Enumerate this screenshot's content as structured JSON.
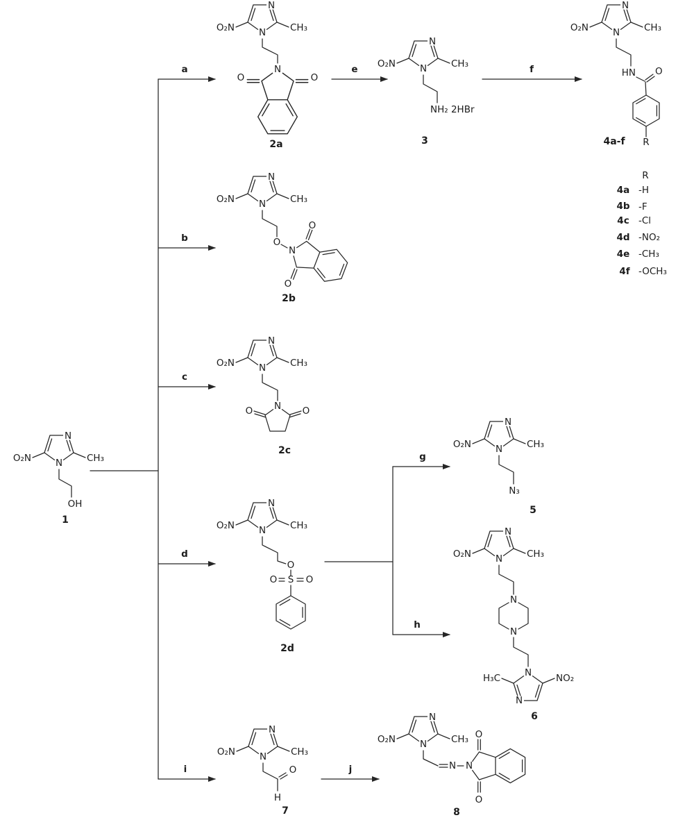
{
  "atoms": {
    "o2n": "O₂N",
    "n": "N",
    "ch3": "CH₃",
    "h3c": "H₃C",
    "no2": "NO₂",
    "o": "O",
    "oh": "OH",
    "s": "S",
    "h": "H",
    "hn": "HN",
    "nh2": "NH₂ 2HBr",
    "n3": "N₃",
    "r": "R"
  },
  "steps": {
    "a": "a",
    "b": "b",
    "c": "c",
    "d": "d",
    "e": "e",
    "f": "f",
    "g": "g",
    "h": "h",
    "i": "i",
    "j": "j"
  },
  "compounds": {
    "c1": "1",
    "c2a": "2a",
    "c2b": "2b",
    "c2c": "2c",
    "c2d": "2d",
    "c3": "3",
    "c4": "4a-f",
    "c5": "5",
    "c6": "6",
    "c7": "7",
    "c8": "8"
  },
  "r_table": {
    "header": "R",
    "rows": [
      {
        "id": "4a",
        "r": "-H"
      },
      {
        "id": "4b",
        "r": "-F"
      },
      {
        "id": "4c",
        "r": "-Cl"
      },
      {
        "id": "4d",
        "r": "-NO₂"
      },
      {
        "id": "4e",
        "r": "-CH₃"
      },
      {
        "id": "4f",
        "r": "-OCH₃"
      }
    ]
  }
}
